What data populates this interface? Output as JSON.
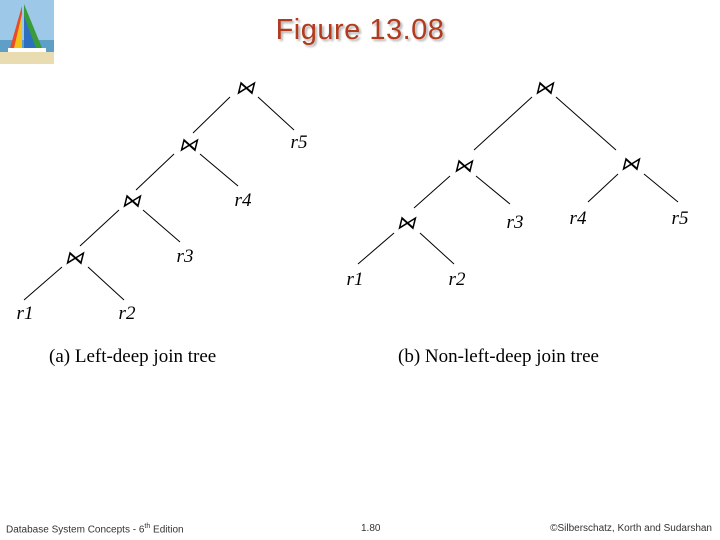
{
  "slide": {
    "title": "Figure 13.08"
  },
  "logo": {
    "icon": "sailboat-icon"
  },
  "tree_a": {
    "join_symbol": "⋈",
    "leaves": [
      "r1",
      "r2",
      "r3",
      "r4",
      "r5"
    ],
    "caption": "(a) Left-deep join tree"
  },
  "tree_b": {
    "join_symbol": "⋈",
    "leaves": [
      "r1",
      "r2",
      "r3",
      "r4",
      "r5"
    ],
    "caption": "(b) Non-left-deep join tree"
  },
  "footer": {
    "book_prefix": "Database System Concepts - 6",
    "book_sup": "th",
    "book_suffix": " Edition",
    "page": "1.80",
    "copyright": "©Silberschatz, Korth and Sudarshan"
  }
}
